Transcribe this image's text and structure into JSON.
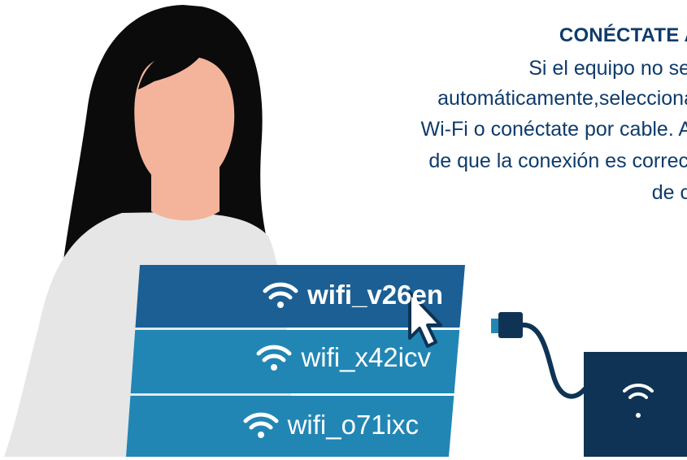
{
  "instructions": {
    "title": "CONÉCTATE A",
    "lines": [
      "Si el equipo no se",
      "automáticamente,selecciona",
      "Wi-Fi o conéctate por cable. A",
      "de que la conexión es correc",
      "de c"
    ]
  },
  "networks": [
    {
      "name": "wifi_v26en",
      "selected": true
    },
    {
      "name": "wifi_x42icv",
      "selected": false
    },
    {
      "name": "wifi_o71ixc",
      "selected": false
    }
  ],
  "icons": {
    "network": "wifi-icon",
    "cursor": "mouse-pointer-icon",
    "cable": "ethernet-plug-icon",
    "router": "router-wifi-icon"
  },
  "colors": {
    "text": "#0f3b6b",
    "selected_row": "#1b5f94",
    "row": "#2186b4",
    "router": "#0e3355",
    "hair": "#0b0b0b",
    "skin": "#f4b49b",
    "sweater": "#e6e6e6"
  }
}
